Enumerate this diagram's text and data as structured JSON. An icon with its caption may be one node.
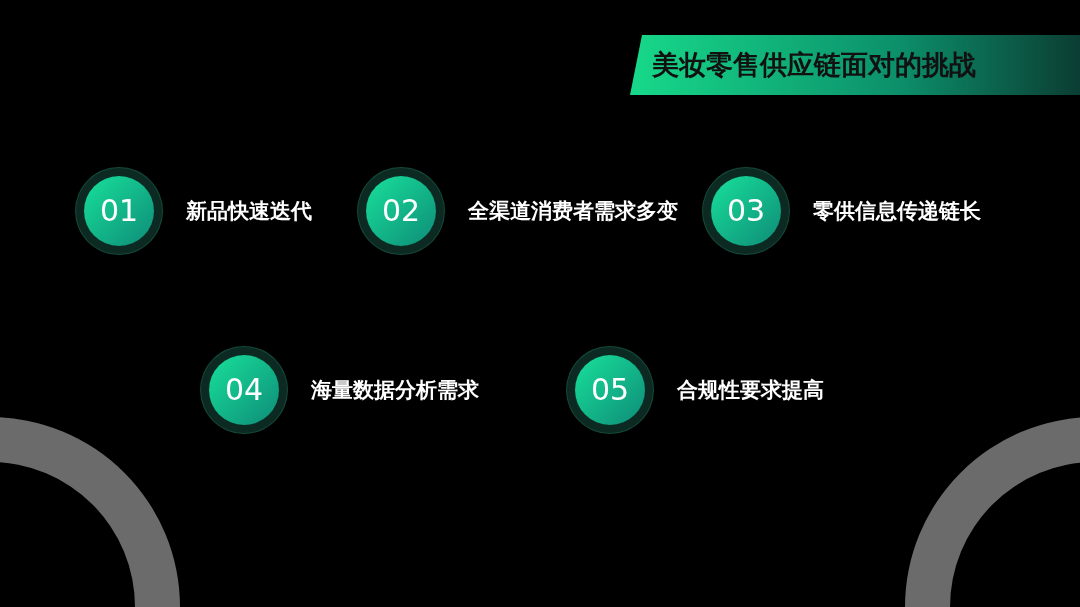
{
  "diagram": {
    "title": "美妆零售供应链面对的挑战",
    "nodes": [
      {
        "text": [
          "01"
        ],
        "beside": [
          "新品快速迭代"
        ]
      },
      {
        "text": [
          "02"
        ],
        "beside": [
          "全渠道消费者需求多变"
        ]
      },
      {
        "text": [
          "03"
        ],
        "beside": [
          "零供信息传递链长"
        ]
      },
      {
        "text": [
          "04"
        ],
        "beside": [
          "海量数据分析需求"
        ]
      },
      {
        "text": [
          "05"
        ],
        "beside": [
          "合规性要求提高"
        ]
      }
    ],
    "edges": []
  }
}
